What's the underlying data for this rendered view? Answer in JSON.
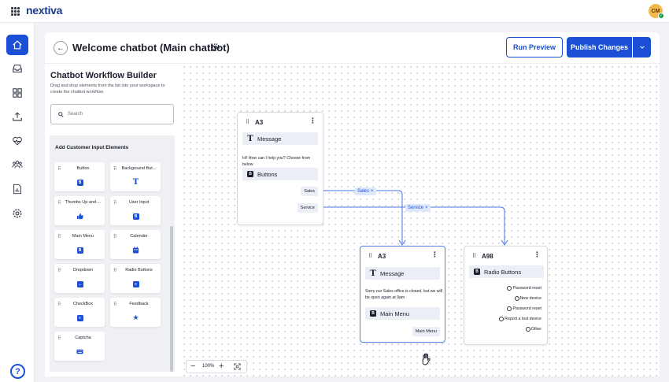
{
  "app": {
    "logo": "nextiva",
    "avatar_initials": "CM",
    "avatar_status": "✓"
  },
  "rail": {
    "items": [
      {
        "name": "home",
        "active": true
      },
      {
        "name": "inbox"
      },
      {
        "name": "apps"
      },
      {
        "name": "upload"
      },
      {
        "name": "heart"
      },
      {
        "name": "team"
      },
      {
        "name": "reports"
      },
      {
        "name": "settings"
      }
    ],
    "help_label": "?"
  },
  "header": {
    "back_label": "←",
    "title": "Welcome chatbot (Main chatbot)",
    "run_preview": "Run Preview",
    "publish": "Publish Changes"
  },
  "panel": {
    "title": "Chatbot Workflow Builder",
    "description": "Drag and drop elements from the list into your workspace to create the chatbot workflow.",
    "search_placeholder": "Search",
    "section_heading": "Add Customer Input Elements",
    "elements": [
      {
        "label": "Button",
        "icon": "b-square-icon",
        "glyph": "B"
      },
      {
        "label": "Background But...",
        "icon": "text-icon",
        "glyph": "T"
      },
      {
        "label": "Thumbs Up and ...",
        "icon": "thumbs-up-icon",
        "glyph": "👍"
      },
      {
        "label": "User Input",
        "icon": "b-square-icon",
        "glyph": "B"
      },
      {
        "label": "Main Menu",
        "icon": "b-square-icon",
        "glyph": "B"
      },
      {
        "label": "Calender",
        "icon": "calendar-icon",
        "glyph": ""
      },
      {
        "label": "Dropdown",
        "icon": "dropdown-icon",
        "glyph": "⌄"
      },
      {
        "label": "Radio Buttons",
        "icon": "list-icon",
        "glyph": "≡"
      },
      {
        "label": "CheckBox",
        "icon": "checkbox-list-icon",
        "glyph": "≡"
      },
      {
        "label": "Feedback",
        "icon": "star-icon",
        "glyph": "★"
      },
      {
        "label": "Captcha",
        "icon": "keyboard-icon",
        "glyph": "⌨"
      }
    ]
  },
  "canvas": {
    "node_a3_top": {
      "title": "A3",
      "message_label": "Message",
      "message_text": "Hi! How can I help you? Choose from below",
      "buttons_label": "Buttons",
      "options": [
        "Sales",
        "Service"
      ]
    },
    "node_a3_bottom": {
      "title": "A3",
      "message_label": "Message",
      "message_text": "Sorry our Sales office is closed, but we will be open again at 9am",
      "menu_label": "Main Menu",
      "menu_button": "Main Menu"
    },
    "node_a98": {
      "title": "A98",
      "radio_label": "Radio Buttons",
      "options": [
        "Password reset",
        "New device",
        "Password reset",
        "Report a lost device",
        "Other"
      ]
    },
    "edges": {
      "sales": "Sales",
      "service": "Service",
      "remove": "×"
    },
    "zoom": {
      "minus": "−",
      "level": "100%",
      "plus": "+"
    }
  },
  "colors": {
    "accent": "#1a4fd6",
    "edge": "#4a73e0"
  }
}
